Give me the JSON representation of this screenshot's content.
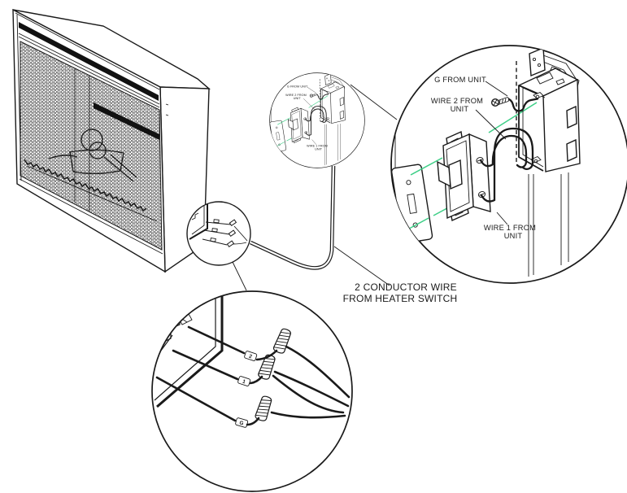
{
  "diagram": {
    "colors": {
      "line": "#1a1a1a",
      "accent_green": "#3ecf87",
      "background": "#ffffff"
    },
    "callouts": {
      "switch_detail": {
        "labels": {
          "g_from_unit": "G FROM UNIT",
          "wire_2_line1": "WIRE 2 FROM",
          "wire_2_line2": "UNIT",
          "wire_1_line1": "WIRE 1 FROM",
          "wire_1_line2": "UNIT"
        }
      },
      "wire_nut_detail": {
        "wire_tags": {
          "wire_2": "2",
          "wire_1": "1",
          "wire_g": "G"
        }
      }
    },
    "annotations": {
      "conductor_note_line1": "2 CONDUCTOR WIRE",
      "conductor_note_line2": "FROM HEATER SWITCH"
    }
  }
}
